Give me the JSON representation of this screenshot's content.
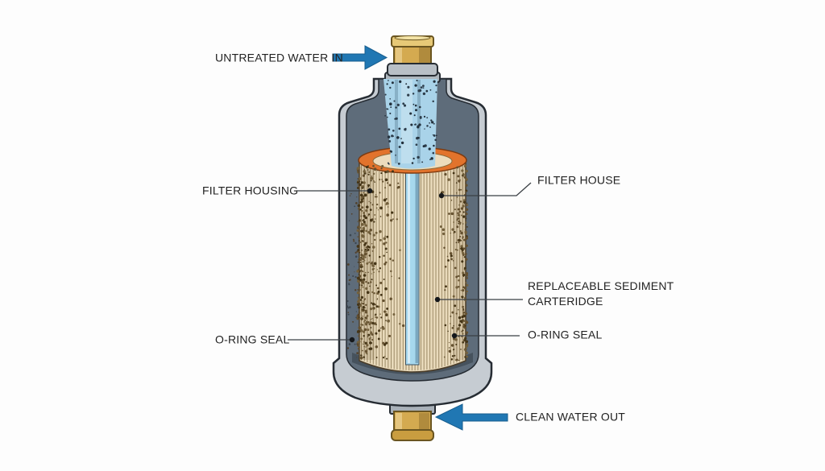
{
  "labels": {
    "untreated_water_in": "UNTREATED WATER IN",
    "filter_housing": "FILTER HOUSING",
    "filter_house": "FILTER HOUSE",
    "replaceable_sediment_line1": "REPLACEABLE SEDIMENT",
    "replaceable_sediment_line2": "CARTERIDGE",
    "o_ring_seal_left": "O-RING SEAL",
    "o_ring_seal_right": "O-RING SEAL",
    "clean_water_out": "CLEAN WATER OUT"
  },
  "colors": {
    "arrow_blue": "#2077b3",
    "housing_gray": "#c6ccd2",
    "wall_slate": "#5e6c7a",
    "water_blue": "#a9d3e9",
    "cartridge_cream": "#e9dabb",
    "end_cap_orange": "#e2732c",
    "end_cap_inner_cream": "#ecdcbd",
    "core_blue": "#a6d8ee",
    "brass": "#d4aa50",
    "label_text": "#222222",
    "leader_line": "#3a3f44"
  }
}
